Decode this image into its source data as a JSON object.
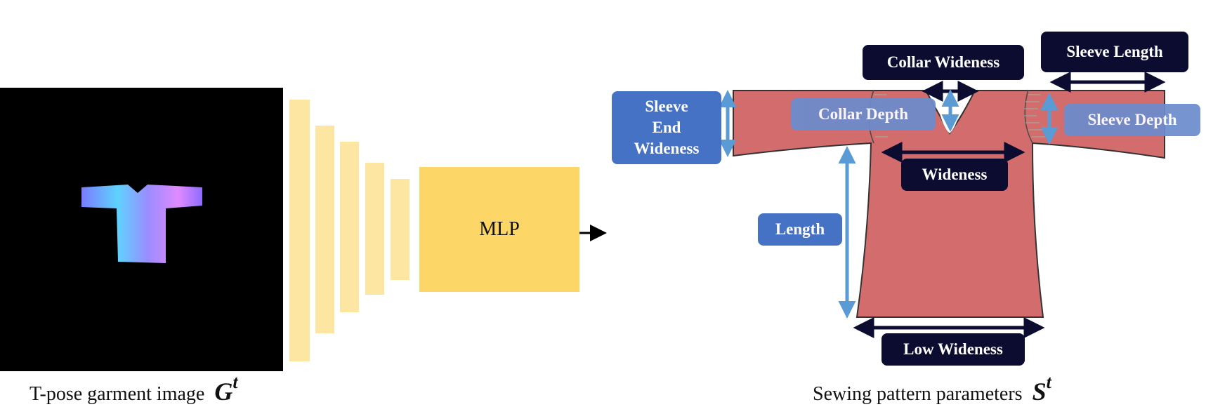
{
  "input": {
    "caption_text": "T-pose garment image",
    "caption_symbol": "G",
    "caption_superscript": "t"
  },
  "model": {
    "mlp_label": "MLP"
  },
  "output": {
    "caption_text": "Sewing pattern parameters",
    "caption_symbol": "S",
    "caption_superscript": "t"
  },
  "parameters": {
    "collar_wideness": "Collar Wideness",
    "sleeve_length": "Sleeve Length",
    "sleeve_end_wideness": "Sleeve End Wideness",
    "collar_depth": "Collar Depth",
    "sleeve_depth": "Sleeve Depth",
    "wideness": "Wideness",
    "length": "Length",
    "low_wideness": "Low Wideness"
  },
  "colors": {
    "encoder_layers": "#fde6a2",
    "mlp": "#fcd767",
    "garment": "#d36c6c",
    "label_dark": "#0b0c30",
    "label_blue": "#4572c4",
    "arrow_blue": "#5b9bd5"
  }
}
